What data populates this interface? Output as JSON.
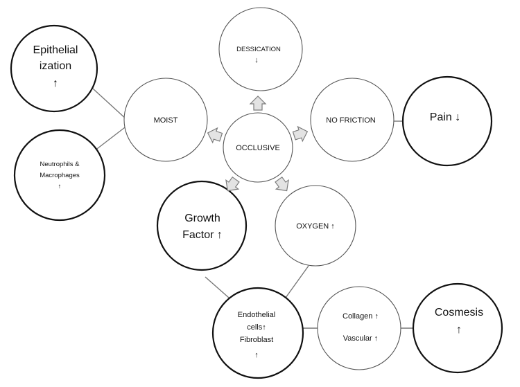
{
  "diagram": {
    "center": "OCCLUSIVE",
    "dessication": {
      "line1": "DESSICATION",
      "line2": "↓"
    },
    "moist": "MOIST",
    "no_friction": "NO FRICTION",
    "oxygen": "OXYGEN ↑",
    "growth_factor": {
      "line1": "Growth",
      "line2": "Factor ↑"
    },
    "epithelialization": {
      "line1": "Epithelial",
      "line2": "ization",
      "line3": "↑"
    },
    "neutrophils": {
      "line1": "Neutrophils &",
      "line2": "Macrophages",
      "line3": "↑"
    },
    "pain": "Pain ↓",
    "endothelial": {
      "line1": "Endothelial",
      "line2": "cells↑",
      "line3": "Fibroblast",
      "line4": "↑"
    },
    "collagen_vascular": {
      "line1": "Collagen ↑",
      "line2": "Vascular ↑"
    },
    "cosmesis": {
      "line1": "Cosmesis",
      "line2": "↑"
    }
  }
}
